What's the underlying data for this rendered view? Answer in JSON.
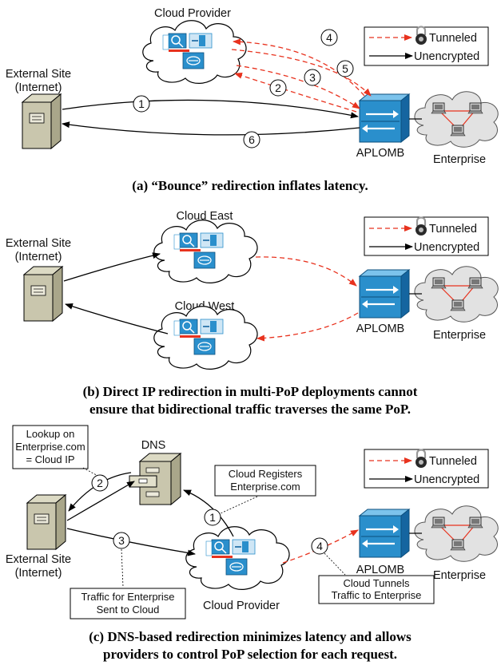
{
  "panel_a": {
    "cloud_label": "Cloud Provider",
    "site_label_1": "External Site",
    "site_label_2": "(Internet)",
    "aplomb_label": "APLOMB",
    "enterprise_label": "Enterprise",
    "legend_tunneled": "Tunneled",
    "legend_unencrypted": "Unencrypted",
    "steps": [
      "1",
      "2",
      "3",
      "4",
      "5",
      "6"
    ],
    "caption": "(a) “Bounce” redirection inflates latency."
  },
  "panel_b": {
    "cloud_east_label": "Cloud East",
    "cloud_west_label": "Cloud West",
    "site_label_1": "External Site",
    "site_label_2": "(Internet)",
    "aplomb_label": "APLOMB",
    "enterprise_label": "Enterprise",
    "legend_tunneled": "Tunneled",
    "legend_unencrypted": "Unencrypted",
    "caption_line1": "(b) Direct IP redirection in multi-PoP deployments cannot",
    "caption_line2": "ensure that bidirectional traffic traverses the same PoP."
  },
  "panel_c": {
    "dns_label": "DNS",
    "lookup_note": [
      "Lookup on",
      "Enterprise.com",
      "= Cloud IP"
    ],
    "register_note": [
      "Cloud Registers",
      "Enterprise.com"
    ],
    "traffic_note": [
      "Traffic for Enterprise",
      "Sent to Cloud"
    ],
    "tunnel_note": [
      "Cloud Tunnels",
      "Traffic to Enterprise"
    ],
    "cloud_label": "Cloud Provider",
    "site_label_1": "External Site",
    "site_label_2": "(Internet)",
    "aplomb_label": "APLOMB",
    "enterprise_label": "Enterprise",
    "legend_tunneled": "Tunneled",
    "legend_unencrypted": "Unencrypted",
    "steps": [
      "1",
      "2",
      "3",
      "4"
    ],
    "caption_line1": "(c) DNS-based redirection minimizes latency and allows",
    "caption_line2": "providers to control PoP selection for each request."
  },
  "colors": {
    "tunnel": "#e8321e",
    "router": "#2a8fcc",
    "cloud_fill": "#ffffff",
    "server": "#c9c6ad"
  }
}
